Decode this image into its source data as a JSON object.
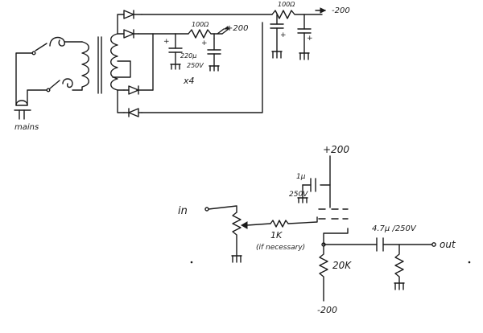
{
  "power_supply": {
    "mains_label": "mains",
    "r_top_label": "100Ω",
    "r_mid_label": "100Ω",
    "plus200_label": "+200",
    "minus200_label": "-200",
    "cap_value_label": "220µ",
    "cap_voltage_label": "250V",
    "cap_multiplier_label": "x4",
    "plus_sign": "+"
  },
  "amplifier": {
    "supply_top_label": "+200",
    "supply_bottom_label": "-200",
    "decoupling_cap_value": "1µ",
    "decoupling_cap_voltage": "250V",
    "input_label": "in",
    "series_resistor_label": "1K",
    "series_resistor_note": "(if necessary)",
    "source_resistor_label": "20K",
    "coupling_cap_label": "4.7µ /250V",
    "output_label": "out"
  }
}
